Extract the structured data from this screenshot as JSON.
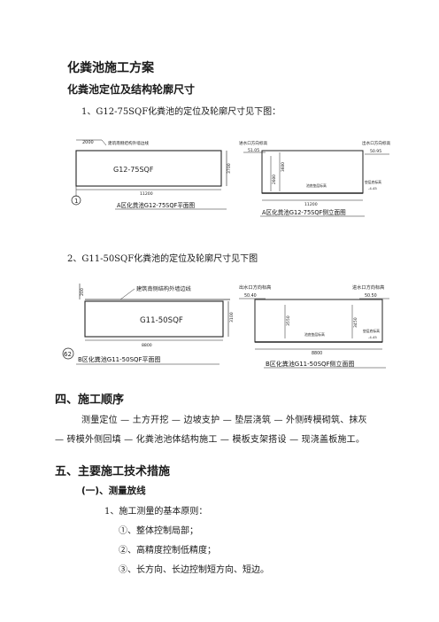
{
  "doc": {
    "title": "化粪池施工方案",
    "section_1": "化粪池定位及结构轮廓尺寸",
    "para_1": "1、G12-75SQF化粪池的定位及轮廓尺寸见下图：",
    "para_2": "2、G11-50SQF化粪池的定位及轮廓尺寸见下图",
    "section_4": "四、施工顺序",
    "seq_line_1": "测量定位 — 土方开挖 — 边坡支护 — 垫层浇筑 — 外侧砖模砌筑、抹灰",
    "seq_line_2": "— 砖模外侧回填 — 化粪池池体结构施工 — 模板支架搭设 — 现浇盖板施工。",
    "section_5": "五、主要施工技术措施",
    "sub_1": "(一)、测量放线",
    "item_1": "1、施工测量的基本原则：",
    "item_2": "①、整体控制局部；",
    "item_3": "②、高精度控制低精度；",
    "item_4": "③、长方向、长边控制短方向、短边。"
  },
  "fig1": {
    "plan": {
      "offset": "2000",
      "wall_label": "建筑南侧结构外墙边线",
      "model": "G12-75SQF",
      "height": "3700",
      "length": "11200",
      "axis": "1",
      "caption": "A区化粪池G12-75SQF平面图"
    },
    "elev": {
      "in_label": "进水口方向标高",
      "in_elev": "51.05",
      "out_label": "出水口方向标高",
      "out_elev": "50.95",
      "dim_a": "2600",
      "dim_b": "3600",
      "bottom_note": "池底垫层标高",
      "right_note": "垫层底标高",
      "right_val": "-4.45",
      "length": "11200",
      "caption": "A区化粪池G12-75SQF侧立面图"
    }
  },
  "fig2": {
    "plan": {
      "offset": "200",
      "wall_label": "建筑南侧结构外墙边线",
      "model": "G11-50SQF",
      "height": "3100",
      "length": "8800",
      "axis": "62",
      "caption": "B区化粪池G11-50SQF平面图"
    },
    "elev": {
      "in_label": "出水口方向标高",
      "in_elev": "50.40",
      "out_label": "进水口方向标高",
      "out_elev": "50.50",
      "dim_a": "3550",
      "dim_b": "3450",
      "bottom_note": "池底垫层标高",
      "right_note": "垫层底标高",
      "right_val": "-4.45",
      "length": "8800",
      "caption": "B区化粪池G11-50SQF侧立面图"
    }
  }
}
